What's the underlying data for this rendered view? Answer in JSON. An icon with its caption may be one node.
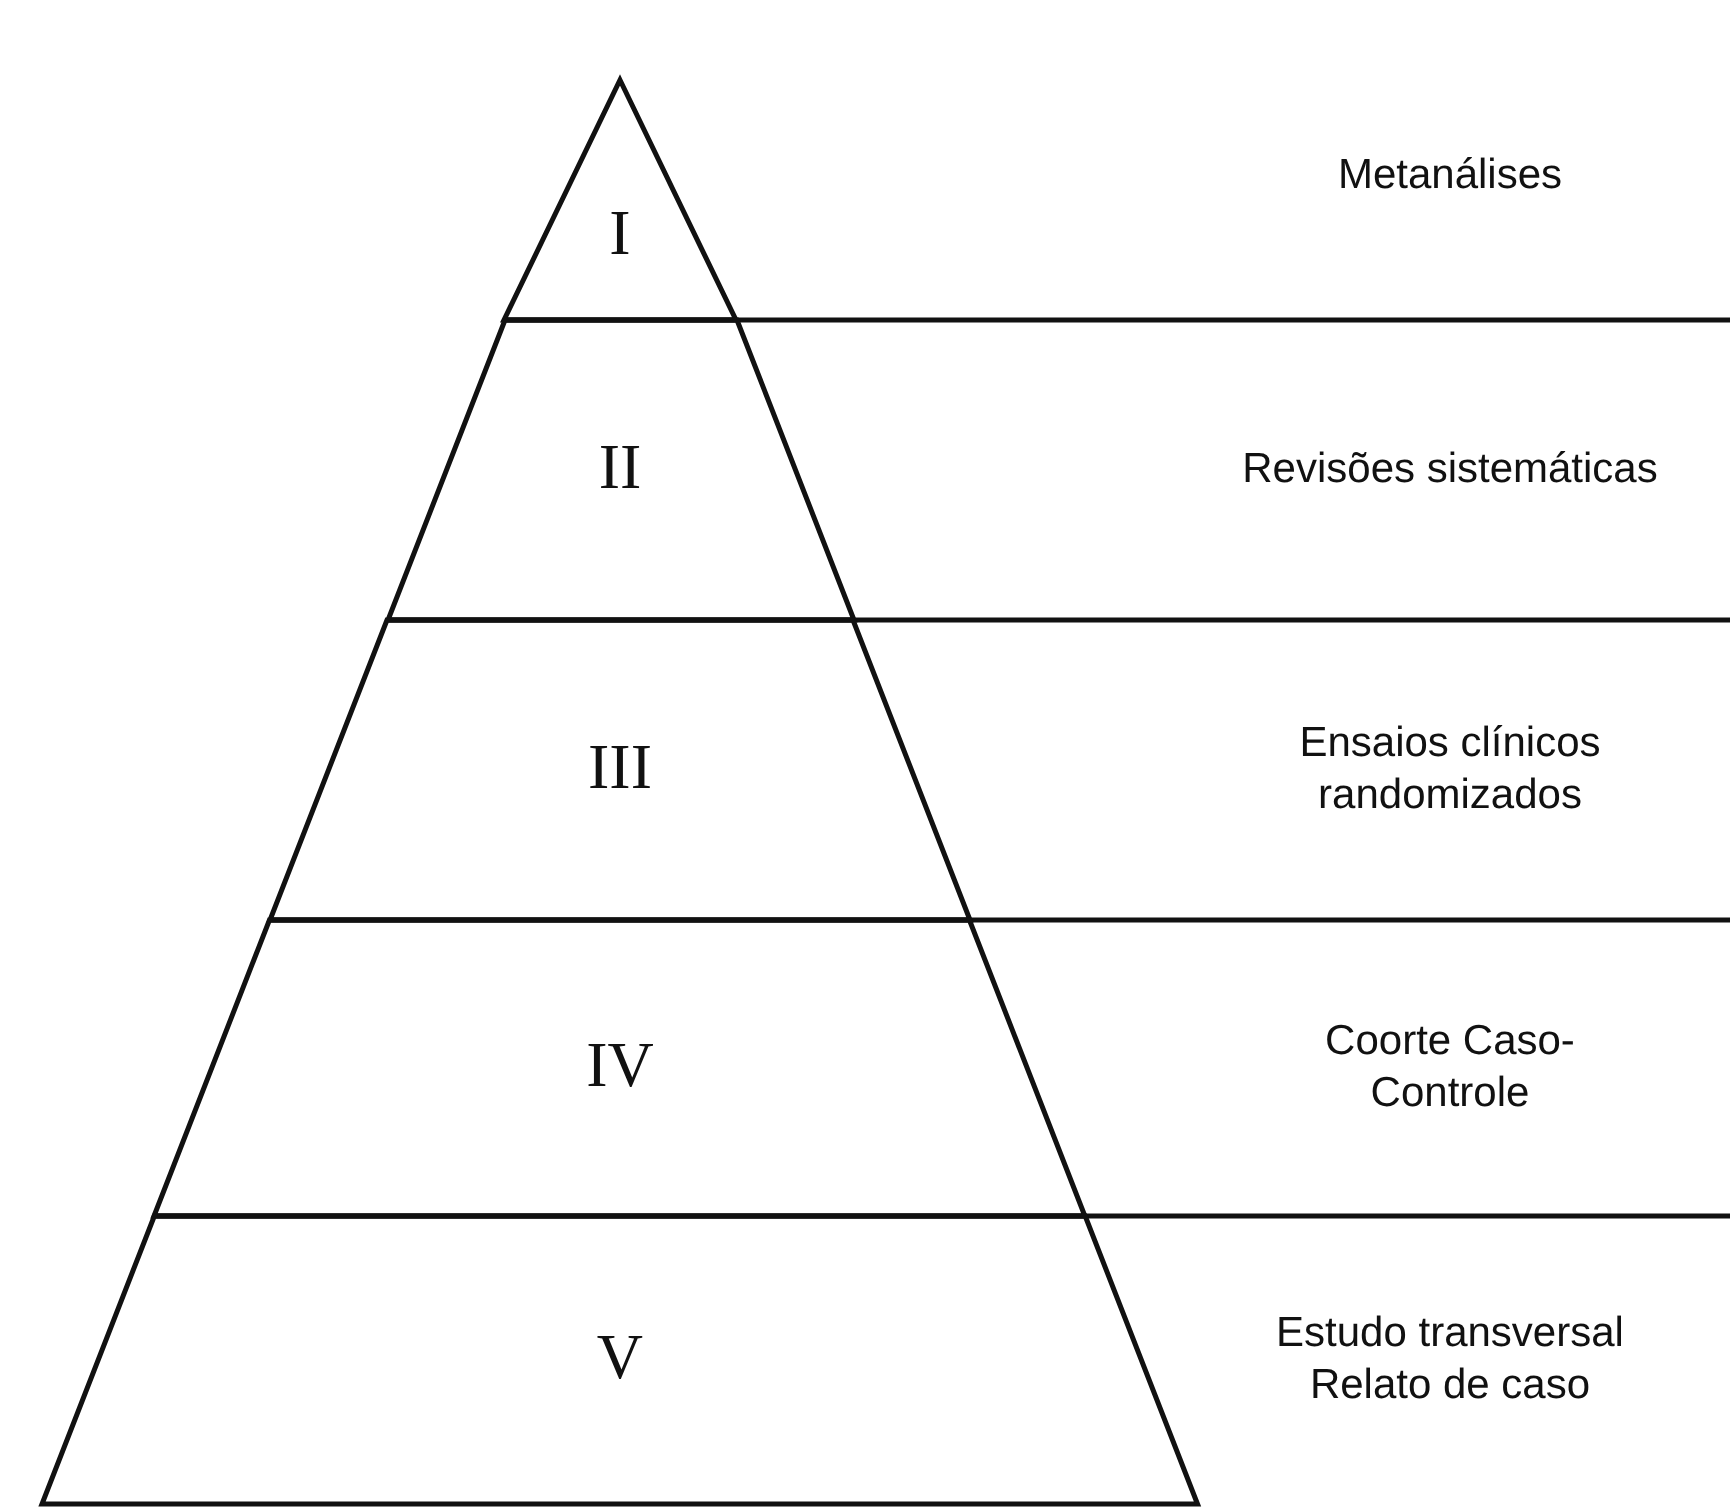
{
  "diagram": {
    "nodes": [
      {
        "text": [
          "I"
        ]
      },
      {
        "text": [
          "II"
        ]
      },
      {
        "text": [
          "III"
        ]
      },
      {
        "text": [
          "IV"
        ]
      },
      {
        "text": [
          "V"
        ]
      }
    ],
    "labels": [
      "Metanálises",
      "Revisões sistemáticas",
      "Ensaios clínicos randomizados",
      "Coorte Caso-Controle",
      "Estudo transversal Relato de caso"
    ]
  }
}
